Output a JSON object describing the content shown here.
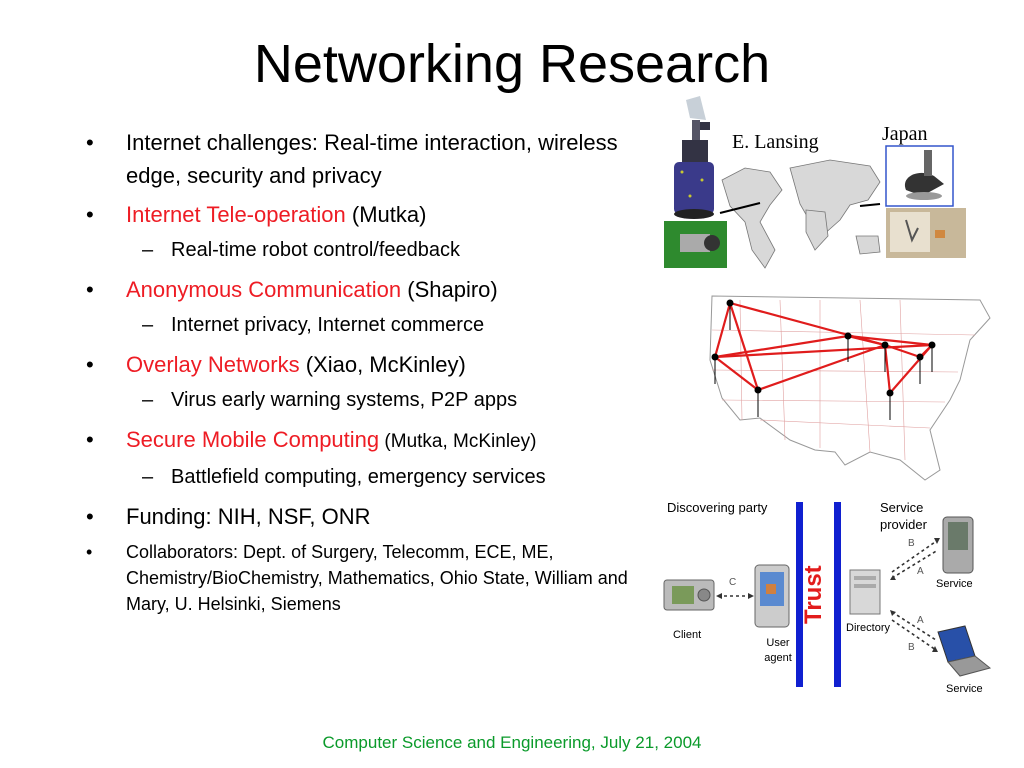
{
  "slide": {
    "title": "Networking Research",
    "footer": "Computer Science and Engineering, July 21, 2004"
  },
  "bullets": [
    {
      "text": "Internet challenges: Real-time interaction, wireless edge, security and privacy"
    },
    {
      "red": "Internet Tele-operation",
      "rest": " (Mutka)"
    },
    {
      "sub": "Real-time robot control/feedback"
    },
    {
      "red": "Anonymous Communication",
      "rest": " (Shapiro)"
    },
    {
      "sub": "Internet privacy, Internet commerce"
    },
    {
      "red": "Overlay Networks",
      "rest": " (Xiao, McKinley)"
    },
    {
      "sub": "Virus early warning systems, P2P apps"
    },
    {
      "red": "Secure Mobile Computing",
      "rest": " (Mutka, McKinley)"
    },
    {
      "sub": "Battlefield computing, emergency services"
    },
    {
      "text": "Funding: NIH, NSF, ONR"
    },
    {
      "text": "Collaborators: Dept. of Surgery, Telecomm, ECE, ME, Chemistry/BioChemistry, Mathematics, Ohio State, William and Mary, U. Helsinki, Siemens"
    }
  ],
  "teleop_figure": {
    "label_left": "E. Lansing",
    "label_right": "Japan"
  },
  "trust_diagram": {
    "discovering_party": "Discovering party",
    "service_provider": "Service provider",
    "trust": "Trust",
    "client": "Client",
    "user_agent": "User agent",
    "directory": "Directory",
    "service_top": "Service",
    "service_bottom": "Service",
    "edge_c": "C",
    "edge_b_top": "B",
    "edge_a_top": "A",
    "edge_a_bottom": "A",
    "edge_b_bottom": "B"
  },
  "colors": {
    "accent_red": "#ee1c24",
    "footer_green": "#0a9a2a",
    "trust_blue": "#1020d0"
  }
}
